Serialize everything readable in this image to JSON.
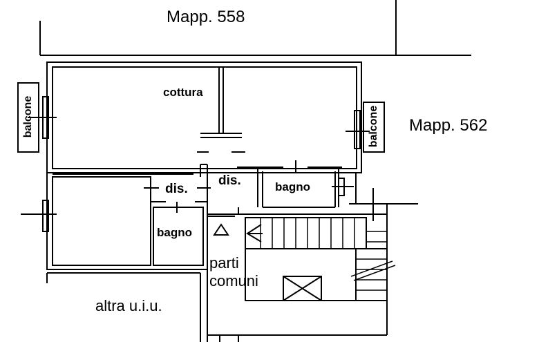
{
  "plan": {
    "labels": {
      "mapp_top": "Mapp. 558",
      "mapp_right": "Mapp. 562",
      "cottura": "cottura",
      "dis_center": "dis.",
      "dis_left": "dis.",
      "bagno_right": "bagno",
      "bagno_left": "bagno",
      "balcone_left": "balcone",
      "balcone_right": "balcone",
      "parti_comuni_line1": "parti",
      "parti_comuni_line2": "comuni",
      "altra_uiu": "altra u.i.u."
    },
    "colors": {
      "line": "#000000",
      "background": "#ffffff"
    }
  }
}
